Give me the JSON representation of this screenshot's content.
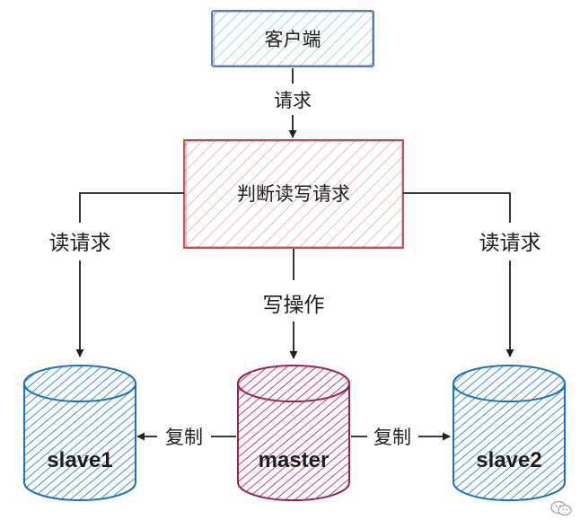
{
  "nodes": {
    "client": "客户端",
    "router": "判断读写请求",
    "master": "master",
    "slave1": "slave1",
    "slave2": "slave2"
  },
  "edges": {
    "request": "请求",
    "read_left": "读请求",
    "read_right": "读请求",
    "write": "写操作",
    "replicate_left": "复制",
    "replicate_right": "复制"
  },
  "colors": {
    "client_stroke": "#4a6fb0",
    "client_hatch": "#a5c0e8",
    "router_stroke": "#c0464a",
    "router_hatch": "#f0a8a8",
    "master_stroke": "#a61e4d",
    "master_hatch": "#c2255c",
    "slave_stroke": "#1971c2",
    "slave_hatch": "#2b82d4",
    "line": "#1e1e1e"
  }
}
